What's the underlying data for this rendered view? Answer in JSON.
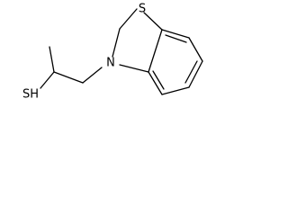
{
  "molecule": {
    "atoms": {
      "thiazole_sulfur": "S",
      "thiazole_nitrogen": "N",
      "thiol": "SH"
    }
  }
}
